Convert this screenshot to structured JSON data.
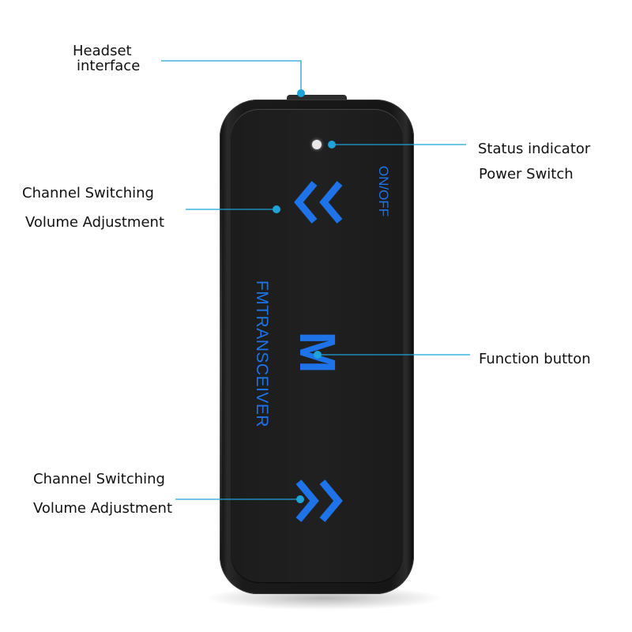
{
  "labels": {
    "headset_line1": "Headset",
    "headset_line2": "interface",
    "status_indicator": "Status indicator",
    "power_switch": "Power Switch",
    "channel_switching_top": "Channel Switching",
    "volume_adjustment_top": "Volume Adjustment",
    "function_button": "Function button",
    "channel_switching_bottom": "Channel Switching",
    "volume_adjustment_bottom": "Volume Adjustment"
  },
  "device": {
    "power_label": "ON/OFF",
    "brand_text": "FMTRANSCEIVER",
    "function_key": "M",
    "up_icon": "double-chevron-left-icon",
    "down_icon": "double-chevron-right-icon"
  },
  "colors": {
    "accent_blue": "#1f73e8",
    "callout_cyan": "#1fa3d8",
    "device_body": "#1c1c1c"
  }
}
